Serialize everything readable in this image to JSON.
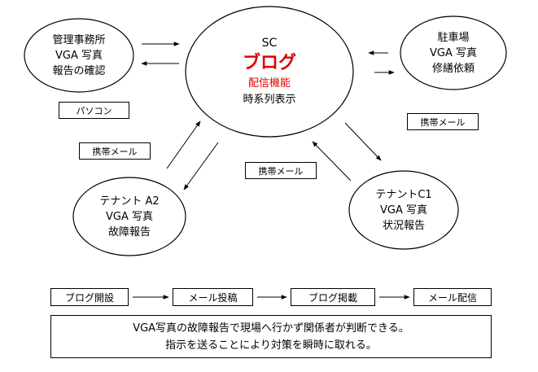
{
  "center": {
    "line1": "SC",
    "line2": "ブログ",
    "line3": "配信機能",
    "line4": "時系列表示",
    "accent_color": "#e00000"
  },
  "nodes": {
    "management": [
      "管理事務所",
      "VGA 写真",
      "報告の確認"
    ],
    "parking": [
      "駐車場",
      "VGA 写真",
      "修繕依頼"
    ],
    "tenant_a2": [
      "テナント A2",
      "VGA 写真",
      "故障報告"
    ],
    "tenant_c1": [
      "テナントC1",
      "VGA 写真",
      "状況報告"
    ]
  },
  "labels": {
    "pc": "パソコン",
    "mobile_left": "携帯メール",
    "mobile_center": "携帯メール",
    "mobile_right": "携帯メール"
  },
  "flow": [
    "ブログ開設",
    "メール投稿",
    "ブログ掲載",
    "メール配信"
  ],
  "summary": [
    "VGA写真の故障報告で現場へ行かず関係者が判断できる。",
    "指示を送ることにより対策を瞬時に取れる。"
  ]
}
